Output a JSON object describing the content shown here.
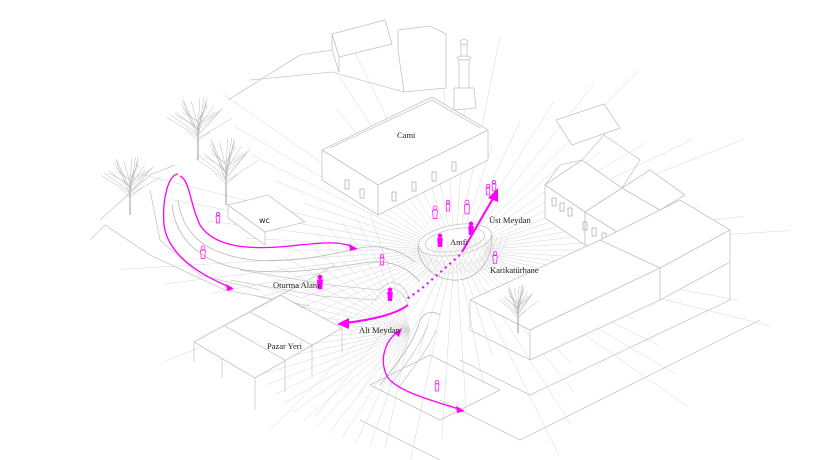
{
  "diagram": {
    "colors": {
      "accent": "#ff00ff",
      "linework": "#c4c4c4",
      "label_text": "#222222",
      "background": "#ffffff"
    },
    "labels": {
      "cami": "Cami",
      "wc": "wc",
      "ust_meydan": "Üst Meydan",
      "amfi": "Amfi",
      "karikaturhane": "Karikatürhane",
      "oturma_alani": "Oturma Alanı",
      "alt_meydan": "Alt Meydan",
      "pazar_yeri": "Pazar Yeri"
    },
    "icons": {
      "path_arrow": "magenta-arrow",
      "dotted_path": "magenta-dotted-arrow",
      "people": "person-figure",
      "tree": "deciduous-tree",
      "minaret": "minaret"
    }
  }
}
